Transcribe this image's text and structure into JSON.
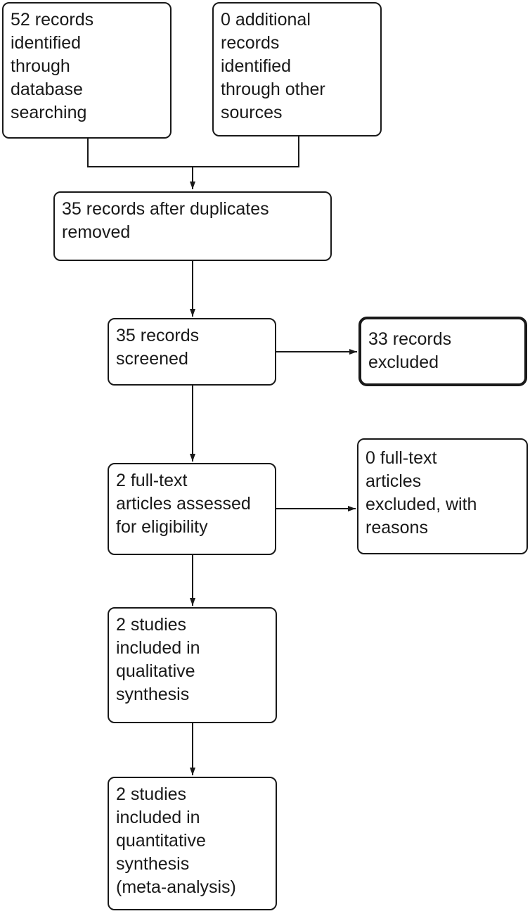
{
  "colors": {
    "line": "#191919",
    "box_border": "#191919",
    "box_background": "#ffffff",
    "text": "#191919"
  },
  "nodes": [
    {
      "id": "records-identified-database",
      "label": "52 records\nidentified\nthrough\ndatabase\nsearching",
      "border": "normal"
    },
    {
      "id": "additional-records-other-sources",
      "label": "0 additional\nrecords\nidentified\nthrough other\nsources",
      "border": "normal"
    },
    {
      "id": "records-after-duplicates-removed",
      "label": "35 records after duplicates\nremoved",
      "border": "normal"
    },
    {
      "id": "records-screened",
      "label": "35 records\nscreened",
      "border": "normal"
    },
    {
      "id": "records-excluded",
      "label": "33 records\nexcluded",
      "border": "thick"
    },
    {
      "id": "fulltext-articles-assessed",
      "label": "2 full-text\narticles assessed\nfor eligibility",
      "border": "normal"
    },
    {
      "id": "fulltext-articles-excluded",
      "label": "0 full-text\narticles\nexcluded, with\nreasons",
      "border": "normal"
    },
    {
      "id": "studies-qualitative-synthesis",
      "label": "2 studies\nincluded in\nqualitative\nsynthesis",
      "border": "normal"
    },
    {
      "id": "studies-quantitative-synthesis",
      "label": "2 studies\nincluded in\nquantitative\nsynthesis\n(meta-analysis)",
      "border": "normal"
    }
  ],
  "edges": [
    {
      "from": "records-identified-database",
      "to": "records-after-duplicates-removed",
      "type": "merge-arrow"
    },
    {
      "from": "additional-records-other-sources",
      "to": "records-after-duplicates-removed",
      "type": "merge-arrow"
    },
    {
      "from": "records-after-duplicates-removed",
      "to": "records-screened",
      "type": "arrow"
    },
    {
      "from": "records-screened",
      "to": "records-excluded",
      "type": "arrow"
    },
    {
      "from": "records-screened",
      "to": "fulltext-articles-assessed",
      "type": "arrow"
    },
    {
      "from": "fulltext-articles-assessed",
      "to": "fulltext-articles-excluded",
      "type": "arrow"
    },
    {
      "from": "fulltext-articles-assessed",
      "to": "studies-qualitative-synthesis",
      "type": "arrow"
    },
    {
      "from": "studies-qualitative-synthesis",
      "to": "studies-quantitative-synthesis",
      "type": "arrow"
    }
  ]
}
